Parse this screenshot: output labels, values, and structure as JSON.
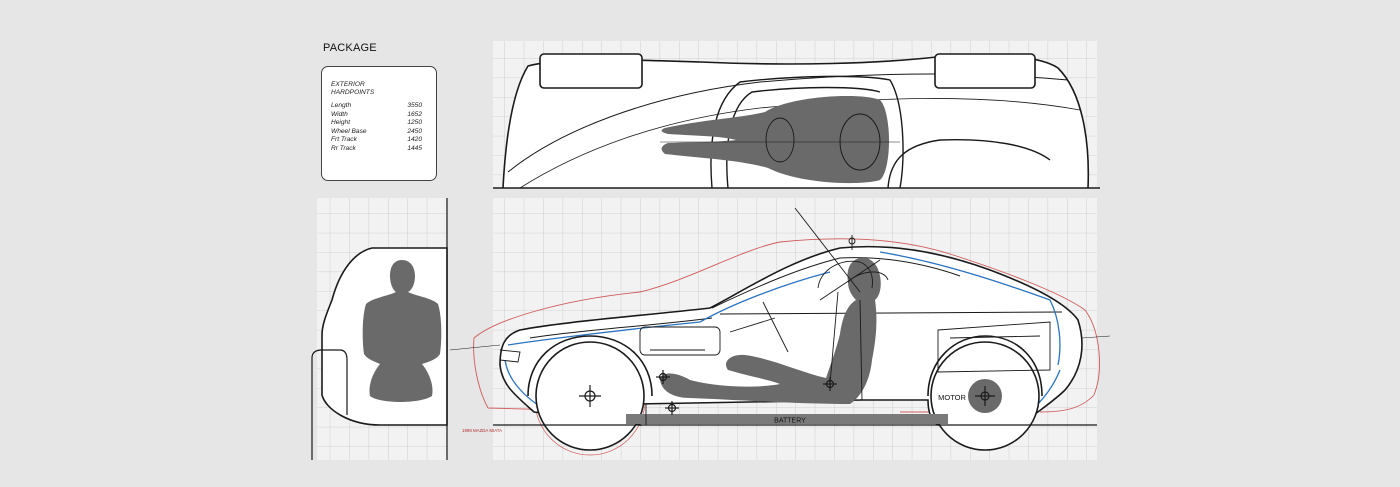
{
  "page": {
    "title": "PACKAGE"
  },
  "spec_card": {
    "heading_line1": "EXTERIOR",
    "heading_line2": "HARDPOINTS",
    "rows": [
      {
        "label": "Length",
        "value": "3550"
      },
      {
        "label": "Width",
        "value": "1652"
      },
      {
        "label": "Height",
        "value": "1250"
      },
      {
        "label": "Wheel Base",
        "value": "2450"
      },
      {
        "label": "Frt Track",
        "value": "1420"
      },
      {
        "label": "Rr Track",
        "value": "1445"
      }
    ]
  },
  "labels": {
    "battery": "BATTERY",
    "motor": "MOTOR",
    "reference_car": "1998 MAZDA MIATA"
  },
  "colors": {
    "background": "#e6e6e6",
    "grid": "#c8c8c8",
    "body_line": "#1a1a1a",
    "mannequin": "#6a6a6a",
    "battery": "#7a7a7a",
    "reference_outline": "#d05a5a",
    "accent_blue": "#2a73c2"
  }
}
